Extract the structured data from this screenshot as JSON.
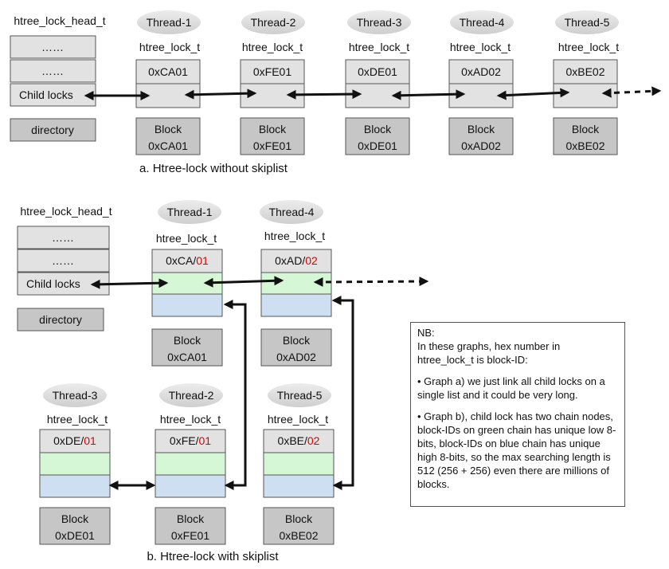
{
  "part_a": {
    "head_title": "htree_lock_head_t",
    "head_rows": [
      "……",
      "……",
      "Child locks"
    ],
    "directory": "directory",
    "caption": "a. Htree-lock without skiplist",
    "nodes": [
      {
        "thread": "Thread-1",
        "type": "htree_lock_t",
        "id": "0xCA01",
        "block_label": "Block",
        "block_id": "0xCA01"
      },
      {
        "thread": "Thread-2",
        "type": "htree_lock_t",
        "id": "0xFE01",
        "block_label": "Block",
        "block_id": "0xFE01"
      },
      {
        "thread": "Thread-3",
        "type": "htree_lock_t",
        "id": "0xDE01",
        "block_label": "Block",
        "block_id": "0xDE01"
      },
      {
        "thread": "Thread-4",
        "type": "htree_lock_t",
        "id": "0xAD02",
        "block_label": "Block",
        "block_id": "0xAD02"
      },
      {
        "thread": "Thread-5",
        "type": "htree_lock_t",
        "id": "0xBE02",
        "block_label": "Block",
        "block_id": "0xBE02"
      }
    ]
  },
  "part_b": {
    "head_title": "htree_lock_head_t",
    "head_rows": [
      "……",
      "……",
      "Child locks"
    ],
    "directory": "directory",
    "caption": "b. Htree-lock with skiplist",
    "nodes": [
      {
        "thread": "Thread-1",
        "type": "htree_lock_t",
        "id_hi": "0xCA/",
        "id_lo": "01",
        "block_label": "Block",
        "block_id": "0xCA01"
      },
      {
        "thread": "Thread-4",
        "type": "htree_lock_t",
        "id_hi": "0xAD/",
        "id_lo": "02",
        "block_label": "Block",
        "block_id": "0xAD02"
      },
      {
        "thread": "Thread-3",
        "type": "htree_lock_t",
        "id_hi": "0xDE/",
        "id_lo": "01",
        "block_label": "Block",
        "block_id": "0xDE01"
      },
      {
        "thread": "Thread-2",
        "type": "htree_lock_t",
        "id_hi": "0xFE/",
        "id_lo": "01",
        "block_label": "Block",
        "block_id": "0xFE01"
      },
      {
        "thread": "Thread-5",
        "type": "htree_lock_t",
        "id_hi": "0xBE/",
        "id_lo": "02",
        "block_label": "Block",
        "block_id": "0xBE02"
      }
    ]
  },
  "note": {
    "title": "NB:",
    "intro": "In these graphs, hex number in htree_lock_t is block-ID:",
    "item_a": "• Graph a) we just link all child locks on a single list and it could be very long.",
    "item_b": "• Graph b), child lock has two chain nodes, block-IDs on green chain has unique low 8-bits, block-IDs on blue chain has unique high 8-bits, so the max searching length is 512 (256 + 256) even there are millions of blocks."
  },
  "colors": {
    "node_fill": "#e2e2e2",
    "block_fill": "#c6c6c6",
    "green_chain": "#d6f7d6",
    "blue_chain": "#cfdff2",
    "low_bits_text": "#e00000",
    "thread_ellipse": "#d9d9d9"
  }
}
